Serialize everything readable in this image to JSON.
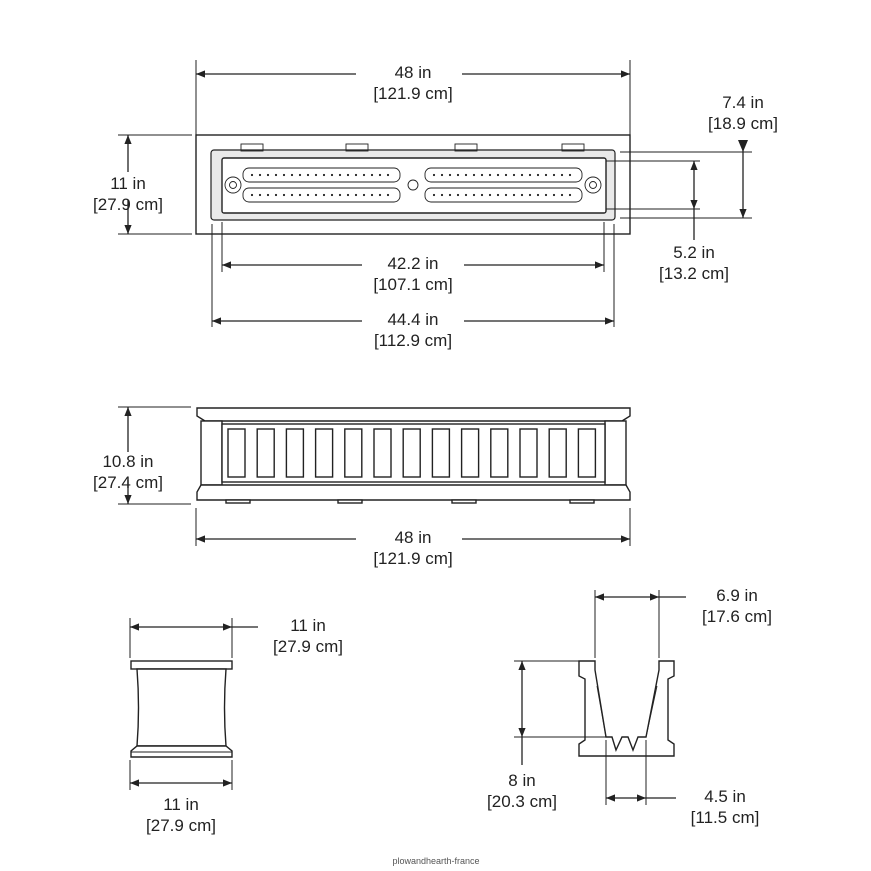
{
  "diagram": {
    "top_view": {
      "overall_length": {
        "imperial": "48 in",
        "metric": "[121.9 cm]"
      },
      "overall_width": {
        "imperial": "11 in",
        "metric": "[27.9 cm]"
      },
      "outer_channel_width": {
        "imperial": "7.4 in",
        "metric": "[18.9 cm]"
      },
      "inner_channel_width": {
        "imperial": "5.2 in",
        "metric": "[13.2 cm]"
      },
      "inner_length": {
        "imperial": "42.2 in",
        "metric": "[107.1 cm]"
      },
      "basin_length": {
        "imperial": "44.4 in",
        "metric": "[112.9 cm]"
      }
    },
    "front_view": {
      "height": {
        "imperial": "10.8 in",
        "metric": "[27.4 cm]"
      },
      "length": {
        "imperial": "48 in",
        "metric": "[121.9 cm]"
      }
    },
    "side_view": {
      "top_width": {
        "imperial": "11 in",
        "metric": "[27.9 cm]"
      },
      "bottom_width": {
        "imperial": "11 in",
        "metric": "[27.9 cm]"
      }
    },
    "cross_section": {
      "top_opening": {
        "imperial": "6.9 in",
        "metric": "[17.6 cm]"
      },
      "depth": {
        "imperial": "8 in",
        "metric": "[20.3 cm]"
      },
      "bottom_width": {
        "imperial": "4.5 in",
        "metric": "[11.5 cm]"
      }
    }
  },
  "watermark": "plowandhearth-france"
}
